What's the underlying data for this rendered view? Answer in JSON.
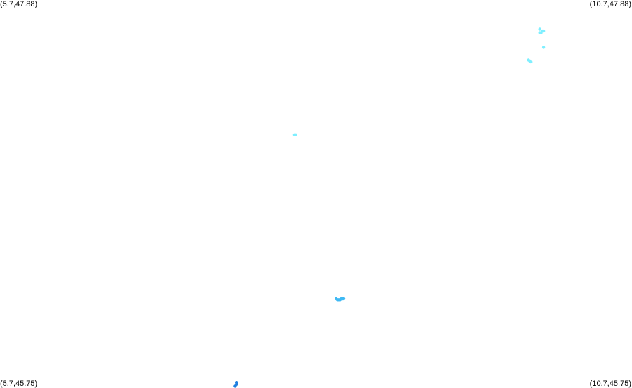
{
  "bounds": {
    "lon_min": 5.7,
    "lon_max": 10.7,
    "lat_min": 45.75,
    "lat_max": 47.88
  },
  "corners": {
    "top_left": "(5.7,47.88)",
    "top_right": "(10.7,47.88)",
    "bottom_left": "(5.7,45.75)",
    "bottom_right": "(10.7,45.75)"
  },
  "colors": {
    "cyan": "#7fefff",
    "mid_blue": "#3fb9f4",
    "deep_blue": "#1e7fe0",
    "background": "#ffffff"
  },
  "chart_data": {
    "type": "scatter",
    "clusters": [
      {
        "color": "#7fefff",
        "points": [
          {
            "lon": 9.97,
            "lat": 47.72
          },
          {
            "lon": 9.99,
            "lat": 47.71
          },
          {
            "lon": 9.98,
            "lat": 47.7
          },
          {
            "lon": 10.0,
            "lat": 47.71
          },
          {
            "lon": 9.97,
            "lat": 47.7
          },
          {
            "lon": 10.0,
            "lat": 47.62
          },
          {
            "lon": 9.88,
            "lat": 47.55
          },
          {
            "lon": 9.9,
            "lat": 47.54
          },
          {
            "lon": 9.89,
            "lat": 47.545
          }
        ]
      },
      {
        "color": "#7fefff",
        "points": [
          {
            "lon": 8.03,
            "lat": 47.14
          },
          {
            "lon": 8.04,
            "lat": 47.14
          }
        ]
      },
      {
        "color": "#3fb9f4",
        "points": [
          {
            "lon": 8.36,
            "lat": 46.24
          },
          {
            "lon": 8.37,
            "lat": 46.235
          },
          {
            "lon": 8.38,
            "lat": 46.235
          },
          {
            "lon": 8.39,
            "lat": 46.235
          },
          {
            "lon": 8.4,
            "lat": 46.24
          },
          {
            "lon": 8.41,
            "lat": 46.24
          },
          {
            "lon": 8.42,
            "lat": 46.24
          }
        ]
      },
      {
        "color": "#1e7fe0",
        "points": [
          {
            "lon": 7.57,
            "lat": 45.78
          },
          {
            "lon": 7.57,
            "lat": 45.77
          },
          {
            "lon": 7.56,
            "lat": 45.76
          }
        ]
      }
    ]
  }
}
